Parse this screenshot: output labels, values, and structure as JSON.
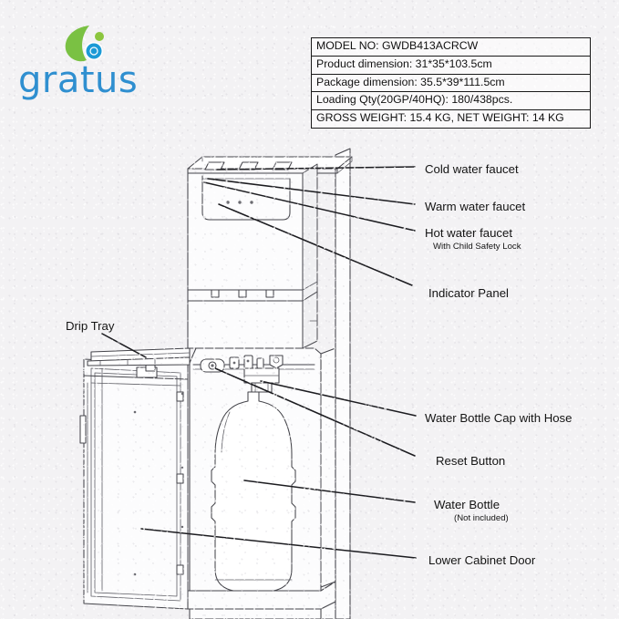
{
  "brand": {
    "name": "gratus",
    "mark_colors": {
      "leaf": "#7ac143",
      "dot_small": "#8cc63f",
      "dot_large": "#1b9ad6"
    },
    "text_color": "#2f8fd0"
  },
  "spec_table": {
    "rows": [
      "MODEL NO: GWDB413ACRCW",
      "Product dimension: 31*35*103.5cm",
      "Package dimension: 35.5*39*111.5cm",
      "Loading Qty(20GP/40HQ): 180/438pcs.",
      "GROSS WEIGHT: 15.4 KG, NET WEIGHT: 14 KG"
    ]
  },
  "callouts": {
    "cold_water_faucet": "Cold water faucet",
    "warm_water_faucet": "Warm water faucet",
    "hot_water_faucet": "Hot water faucet",
    "hot_water_faucet_sub": "With Child Safety Lock",
    "indicator_panel": "Indicator Panel",
    "drip_tray": "Drip Tray",
    "water_bottle_cap": "Water Bottle Cap with Hose",
    "reset_button": "Reset Button",
    "water_bottle": "Water Bottle",
    "water_bottle_sub": "(Not included)",
    "lower_cabinet_door": "Lower Cabinet Door"
  },
  "colors": {
    "background": "#f3f2f4",
    "line": "#3a3a3f",
    "leader_line": "#1c1c20",
    "fill": "#fbfbfc"
  }
}
